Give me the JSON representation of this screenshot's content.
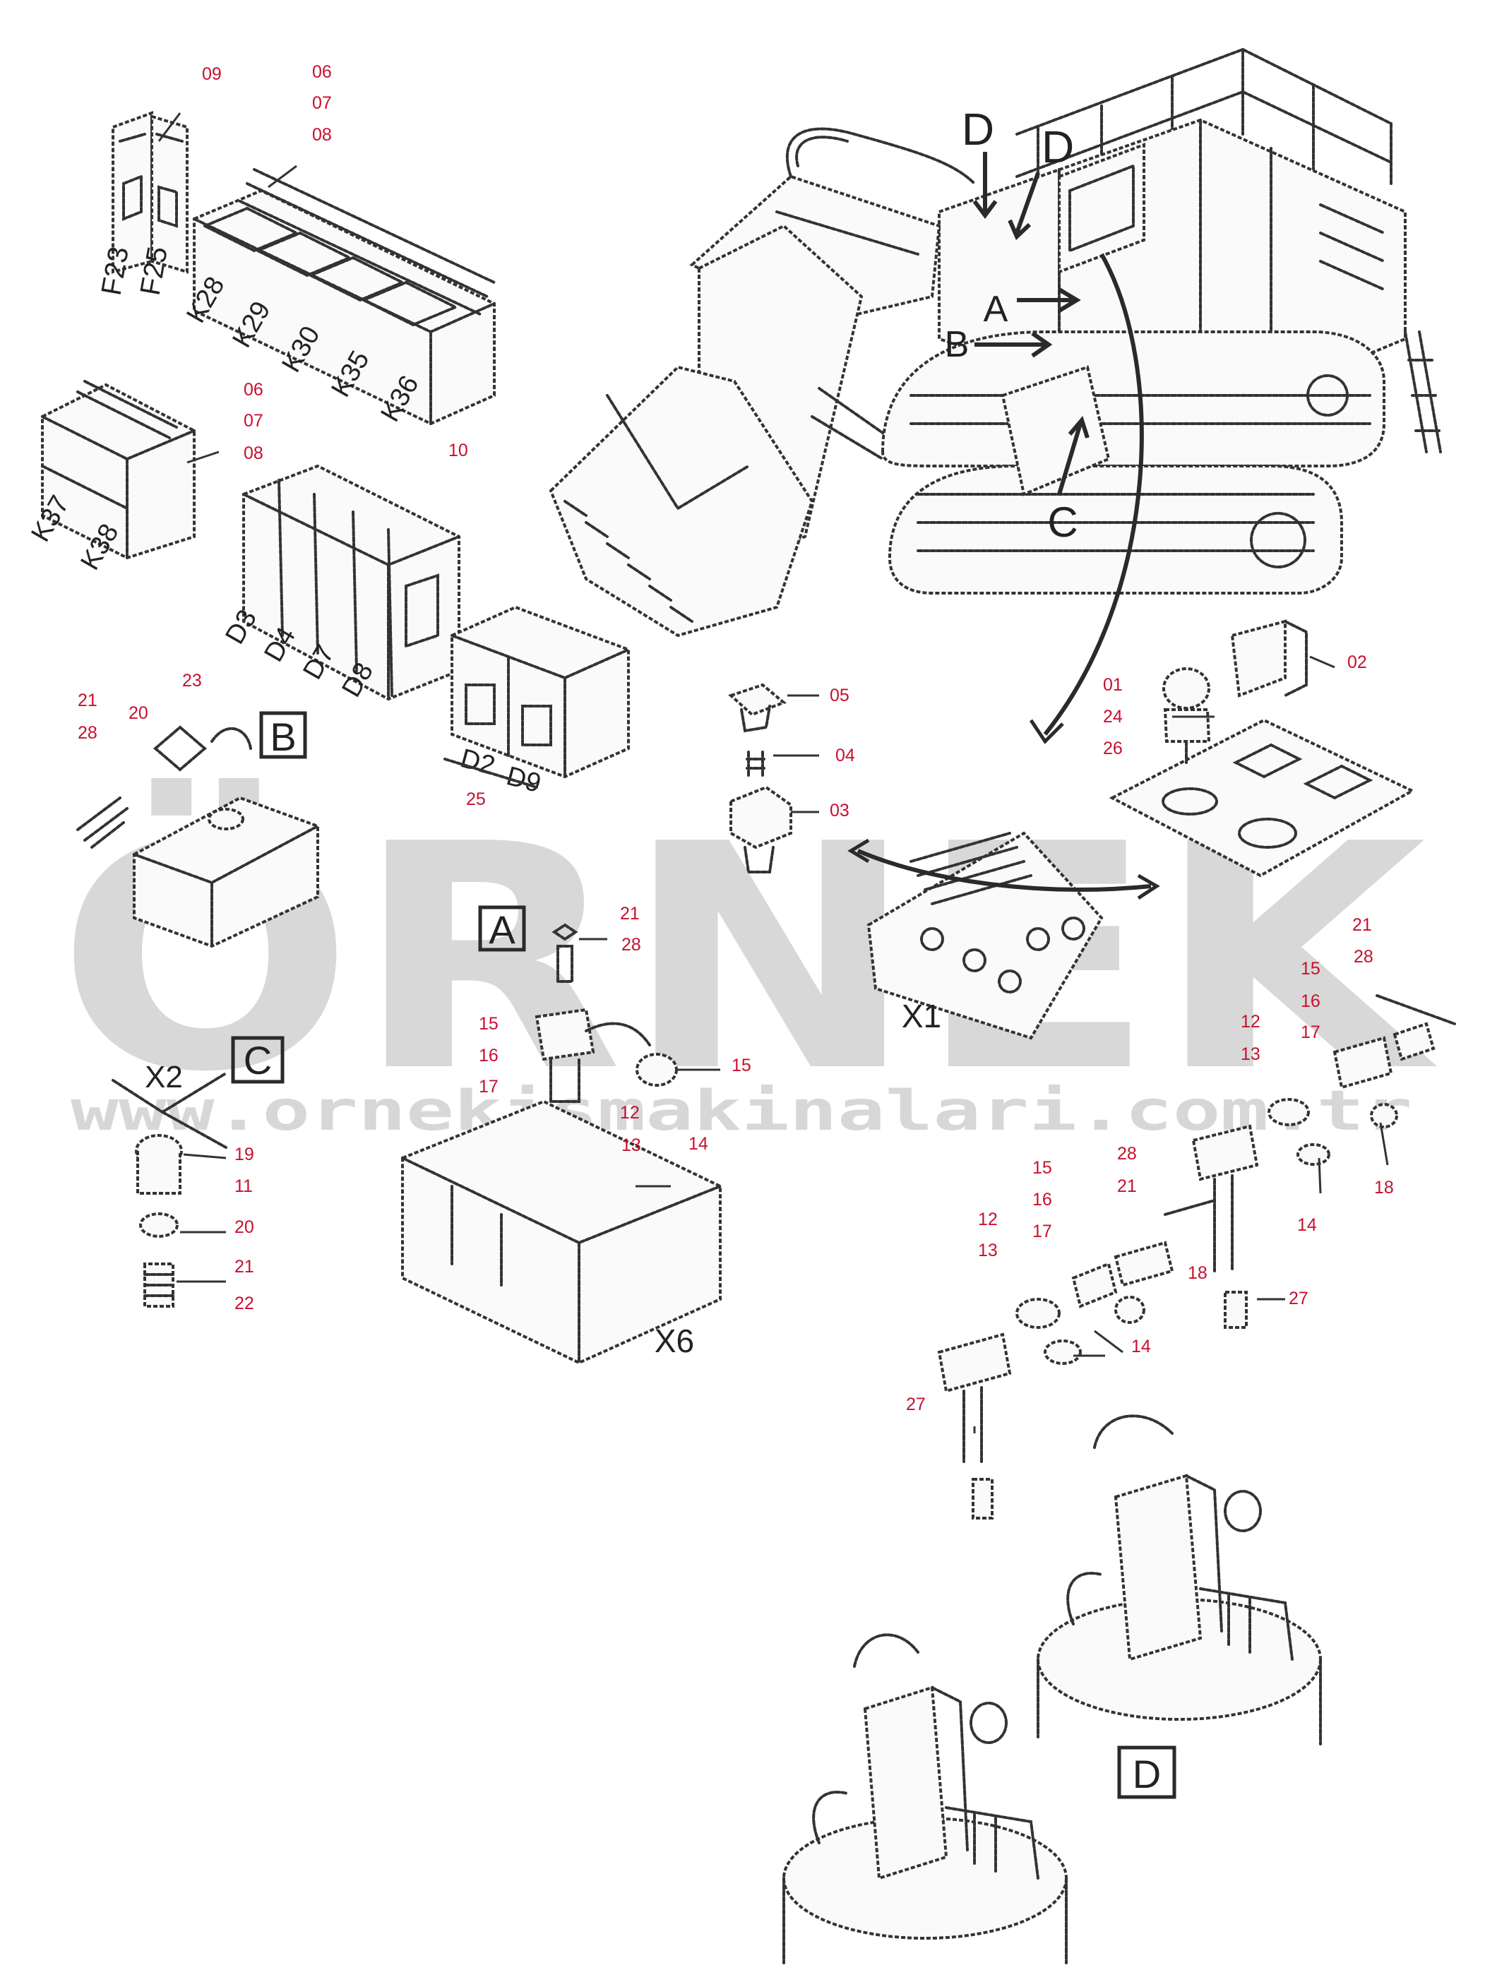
{
  "watermark": {
    "brand": "ÖRNEK",
    "url": "www.ornekismakinalari.com.tr"
  },
  "view_labels": {
    "detail_a": "A",
    "detail_b": "B",
    "detail_c": "C",
    "detail_d": "D",
    "machine_a": "A",
    "machine_b": "B",
    "machine_c": "C",
    "machine_d1": "D",
    "machine_d2": "D"
  },
  "component_labels": {
    "f23": "F23",
    "f25": "F25",
    "k28": "K28",
    "k29": "K29",
    "k30": "K30",
    "k35": "K35",
    "k36": "K36",
    "k37": "K37",
    "k38": "K38",
    "d3": "D3",
    "d4": "D4",
    "d7": "D7",
    "d8": "D8",
    "d2": "D2",
    "d9": "D9",
    "x1": "X1",
    "x2": "X2",
    "x6": "X6"
  },
  "callouts": {
    "c09": "09",
    "c06a": "06",
    "c07a": "07",
    "c08a": "08",
    "c06b": "06",
    "c07b": "07",
    "c08b": "08",
    "c10": "10",
    "c25": "25",
    "c21a": "21",
    "c28a": "28",
    "c20a": "20",
    "c23": "23",
    "c05": "05",
    "c04": "04",
    "c03": "03",
    "c01": "01",
    "c24": "24",
    "c26": "26",
    "c02": "02",
    "c21b": "21",
    "c28b": "28",
    "c15a": "15",
    "c16a": "16",
    "c17a": "17",
    "c15b": "15",
    "c12a": "12",
    "c13a": "13",
    "c14a": "14",
    "c19": "19",
    "c11": "11",
    "c20b": "20",
    "c21c": "21",
    "c22": "22",
    "c21d": "21",
    "c28c": "28",
    "c15c": "15",
    "c16b": "16",
    "c17b": "17",
    "c12b": "12",
    "c13b": "13",
    "c18a": "18",
    "c14b": "14",
    "c15d": "15",
    "c28d": "28",
    "c16c": "16",
    "c21e": "21",
    "c12c": "12",
    "c17c": "17",
    "c13c": "13",
    "c18b": "18",
    "c27a": "27",
    "c14c": "14",
    "c27b": "27"
  }
}
